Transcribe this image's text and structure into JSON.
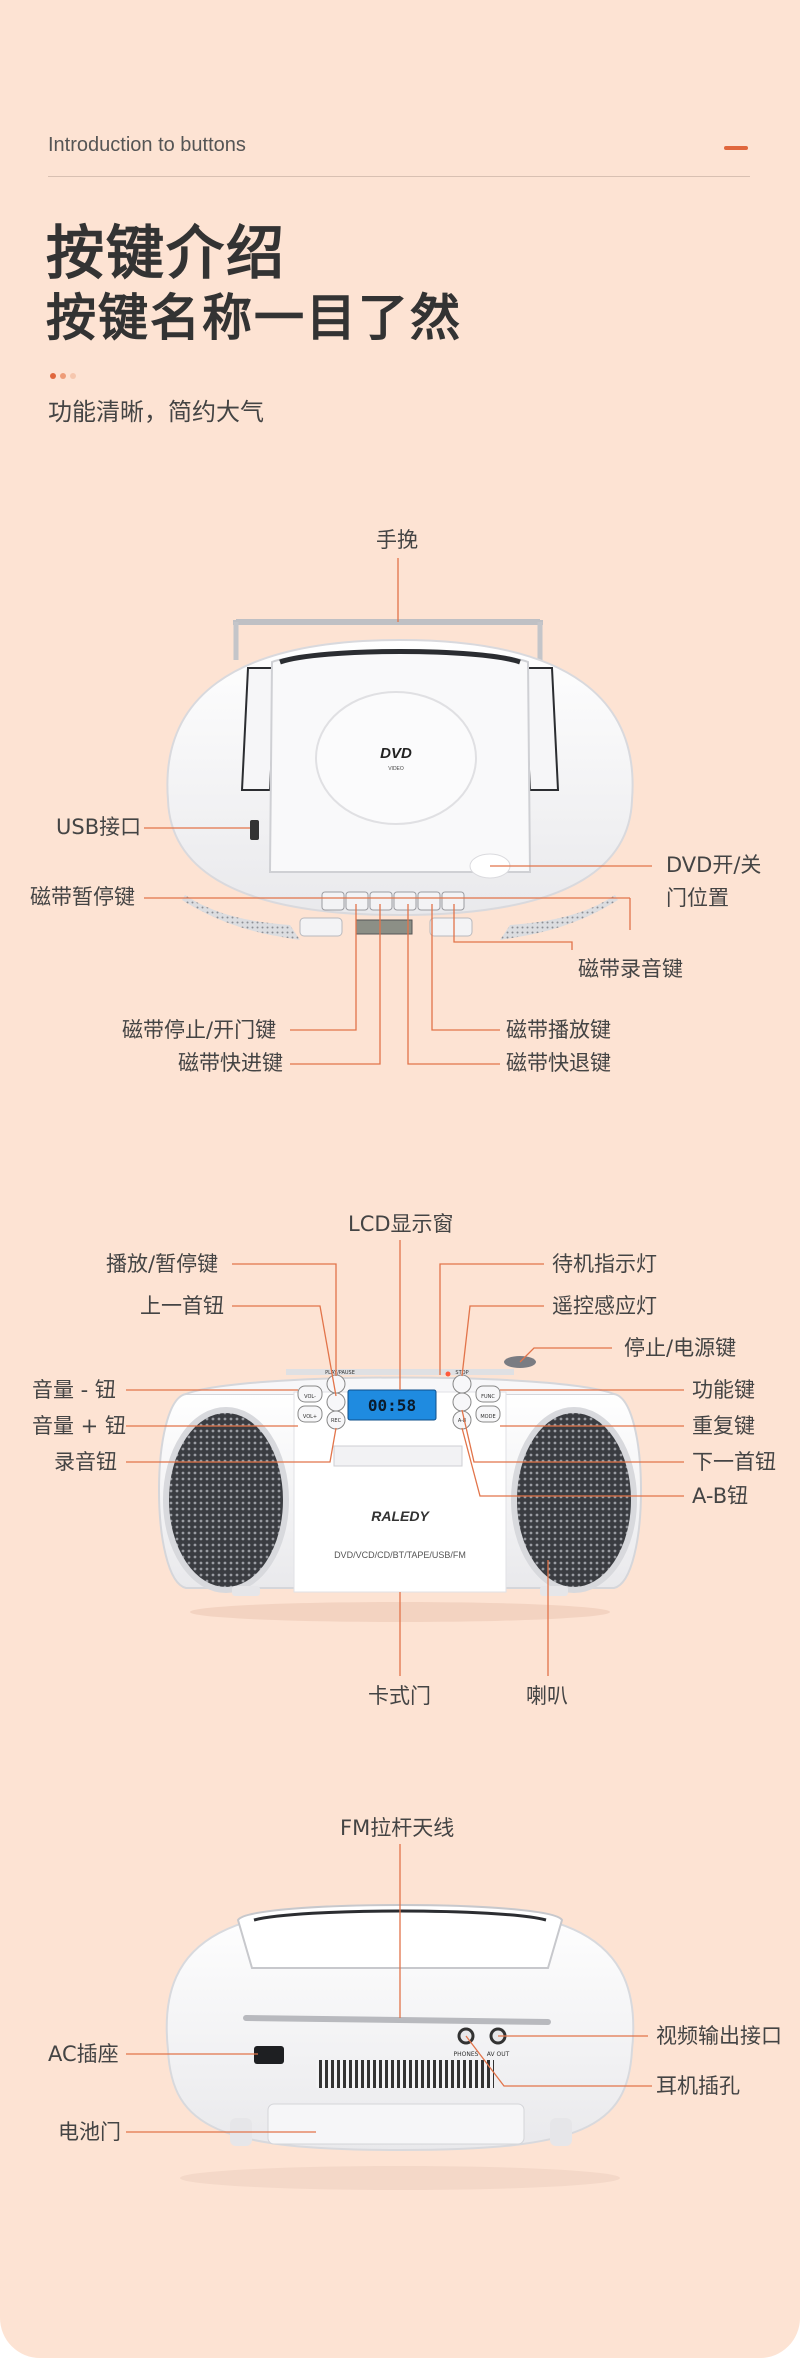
{
  "header": {
    "intro_text": "Introduction to buttons",
    "title_line1": "按键介绍",
    "title_line2": "按键名称一目了然",
    "subtitle": "功能清晰，简约大气"
  },
  "colors": {
    "background": "#fde3d3",
    "accent": "#e0673d",
    "leader_line": "#e2744a",
    "text": "#333333"
  },
  "top_view": {
    "dvd_logo": "DVD",
    "dvd_sub": "VIDEO",
    "labels": {
      "handle": "手挽",
      "usb": "USB接口",
      "tape_pause": "磁带暂停键",
      "dvd_door_l1": "DVD开/关",
      "dvd_door_l2": "门位置",
      "tape_record": "磁带录音键",
      "tape_stop": "磁带停止/开门键",
      "tape_play": "磁带播放键",
      "tape_ff": "磁带快进键",
      "tape_rew": "磁带快退键"
    }
  },
  "front_view": {
    "lcd_text": "00:58",
    "brand": "RALEDY",
    "formats": "DVD/VCD/CD/BT/TAPE/USB/FM",
    "buttons": {
      "vol_minus": "VOL-",
      "vol_plus": "VOL+",
      "rec": "REC",
      "func": "FUNC",
      "mode": "MODE",
      "ab": "A-B",
      "play_pause": "PLAY/PAUSE",
      "stop": "STOP"
    },
    "labels": {
      "lcd": "LCD显示窗",
      "play_pause": "播放/暂停键",
      "standby_led": "待机指示灯",
      "prev": "上一首钮",
      "ir": "遥控感应灯",
      "stop_power": "停止/电源键",
      "vol_down": "音量 - 钮",
      "function": "功能键",
      "vol_up": "音量 + 钮",
      "repeat": "重复键",
      "record": "录音钮",
      "next": "下一首钮",
      "ab": "A-B钮",
      "cassette_door": "卡式门",
      "speaker": "喇叭"
    }
  },
  "back_view": {
    "jack_labels": {
      "phones": "PHONES",
      "av_out": "AV OUT"
    },
    "labels": {
      "antenna": "FM拉杆天线",
      "ac": "AC插座",
      "video_out": "视频输出接口",
      "earphone": "耳机插孔",
      "battery": "电池门"
    }
  }
}
